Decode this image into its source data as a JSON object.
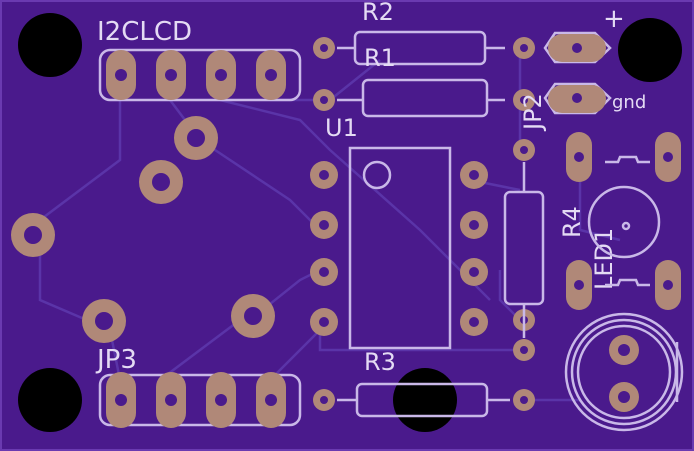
{
  "board": {
    "labels": {
      "i2clcd": "I2CLCD",
      "r2": "R2",
      "r1": "R1",
      "jp2": "JP2",
      "plus": "+",
      "gnd": "gnd",
      "u1": "U1",
      "r4": "R4",
      "led1": "LED1",
      "jp3": "JP3",
      "r3": "R3"
    },
    "colors": {
      "substrate": "#4a1a8c",
      "pad_copper": "#b08878",
      "silkscreen": "#c9b8e8",
      "mounting_hole": "#000000"
    }
  }
}
